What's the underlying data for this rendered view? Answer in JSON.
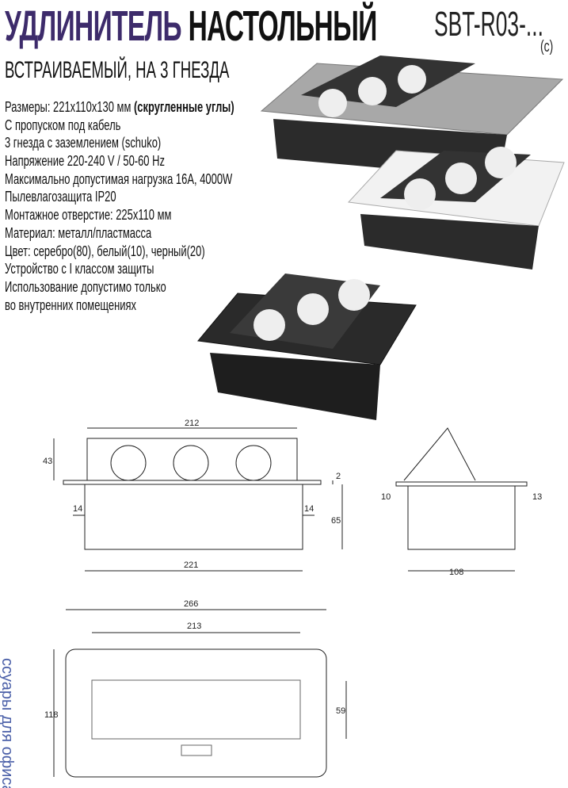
{
  "header": {
    "title_part1": "УДЛИНИТЕЛЬ",
    "title_part2": "НАСТОЛЬНЫЙ",
    "model": "SBT-R03-...",
    "model_suffix": "(c)",
    "subtitle": "ВСТРАИВАЕМЫЙ, НА 3 ГНЕЗДА"
  },
  "specs": [
    {
      "text": "Размеры: 221x110x130 мм ",
      "bold": "(скругленные углы)"
    },
    {
      "text": "С пропуском под кабель"
    },
    {
      "text": "3 гнезда с заземлением (schuko)"
    },
    {
      "text": "Напряжение 220-240 V / 50-60 Hz"
    },
    {
      "text": "Максимально допустимая нагрузка 16А, 4000W"
    },
    {
      "text": "Пылевлагозащита IP20"
    },
    {
      "text": "Монтажное отверстие: 225x110 мм"
    },
    {
      "text": "Материал: металл/пластмасса"
    },
    {
      "text": "Цвет: серебро(80), белый(10), черный(20)"
    },
    {
      "text": "Устройство с I классом защиты"
    },
    {
      "text": "Использование допустимо только"
    },
    {
      "text": "во внутренних помещениях"
    }
  ],
  "side_label": "ссуары для офиса",
  "dimensions": {
    "front": {
      "top_width": "212",
      "height_top": "43",
      "lip": "2",
      "left_offset": "14",
      "right_offset": "14",
      "depth": "65",
      "bottom_width": "221"
    },
    "side": {
      "left": "10",
      "right": "13",
      "width": "108"
    },
    "top": {
      "outer_width": "266",
      "inner_width": "213",
      "height": "118",
      "inner_height": "59"
    }
  },
  "colors": {
    "title_accent": "#3d2b6b",
    "side_label": "#4a5fa8"
  }
}
